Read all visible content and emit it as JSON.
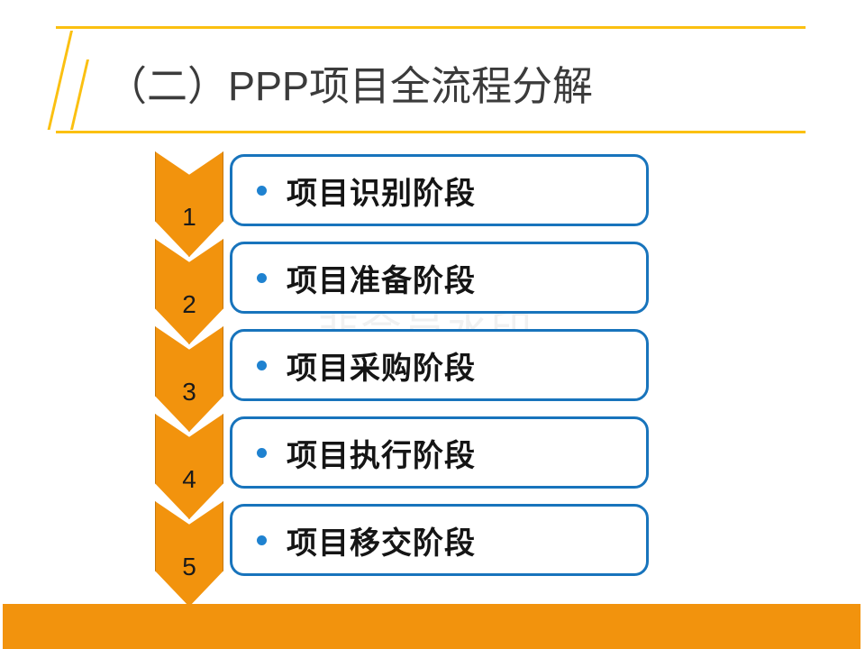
{
  "slide": {
    "title": "（二）PPP项目全流程分解",
    "watermark": "非会员水印",
    "colors": {
      "accent_gold": "#fbc011",
      "accent_orange": "#f2930d",
      "accent_blue": "#1874bc",
      "bullet_blue": "#1f82d0",
      "title_gray": "#3b3b3b",
      "background": "#ffffff"
    }
  },
  "steps": [
    {
      "number": "1",
      "label": "项目识别阶段"
    },
    {
      "number": "2",
      "label": "项目准备阶段"
    },
    {
      "number": "3",
      "label": "项目采购阶段"
    },
    {
      "number": "4",
      "label": "项目执行阶段"
    },
    {
      "number": "5",
      "label": "项目移交阶段"
    }
  ]
}
